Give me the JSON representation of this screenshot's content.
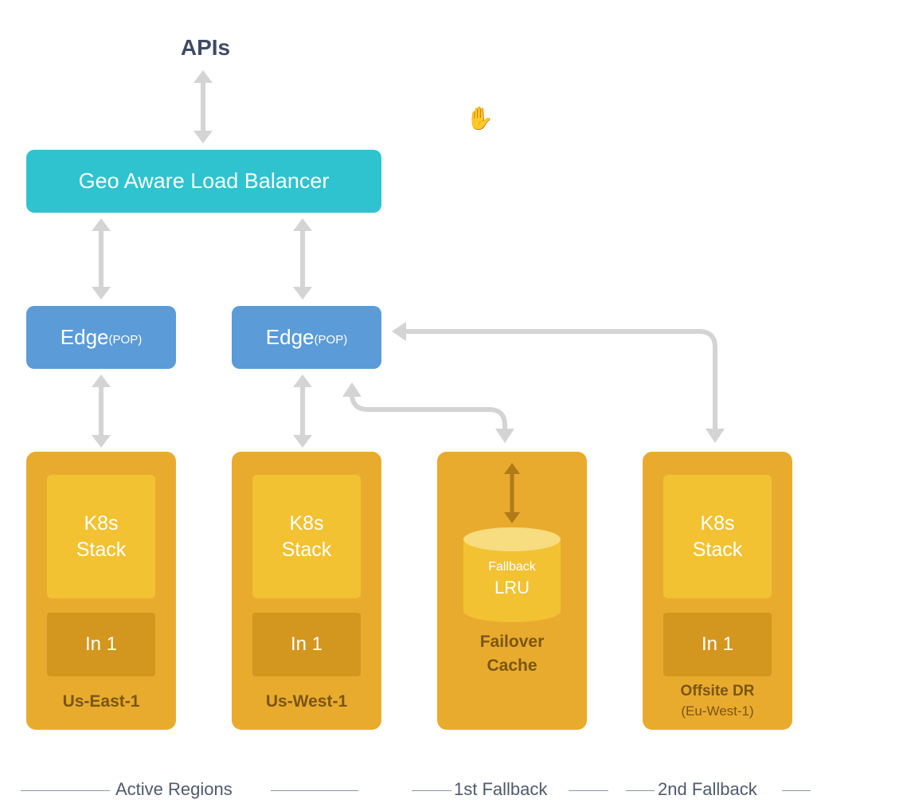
{
  "title": "APIs",
  "load_balancer": "Geo Aware Load Balancer",
  "edges": [
    {
      "main": "Edge",
      "sub": "(POP)"
    },
    {
      "main": "Edge",
      "sub": "(POP)"
    }
  ],
  "regions": [
    {
      "stack_l1": "K8s",
      "stack_l2": "Stack",
      "inner": "In 1",
      "name": "Us-East-1"
    },
    {
      "stack_l1": "K8s",
      "stack_l2": "Stack",
      "inner": "In 1",
      "name": "Us-West-1"
    },
    {
      "cache_l1": "Fallback",
      "cache_l2": "LRU",
      "name_l1": "Failover",
      "name_l2": "Cache"
    },
    {
      "stack_l1": "K8s",
      "stack_l2": "Stack",
      "inner": "In 1",
      "name_l1": "Offsite DR",
      "name_l2": "(Eu-West-1)"
    }
  ],
  "footer": {
    "active": "Active  Regions",
    "first": "1st Fallback",
    "second": "2nd Fallback"
  },
  "colors": {
    "load_balancer": "#2ec3cf",
    "edge": "#5b9bd8",
    "region": "#e9ab2e",
    "stack": "#f2c233",
    "inner": "#d3961f",
    "connector": "#d4d4d4"
  }
}
